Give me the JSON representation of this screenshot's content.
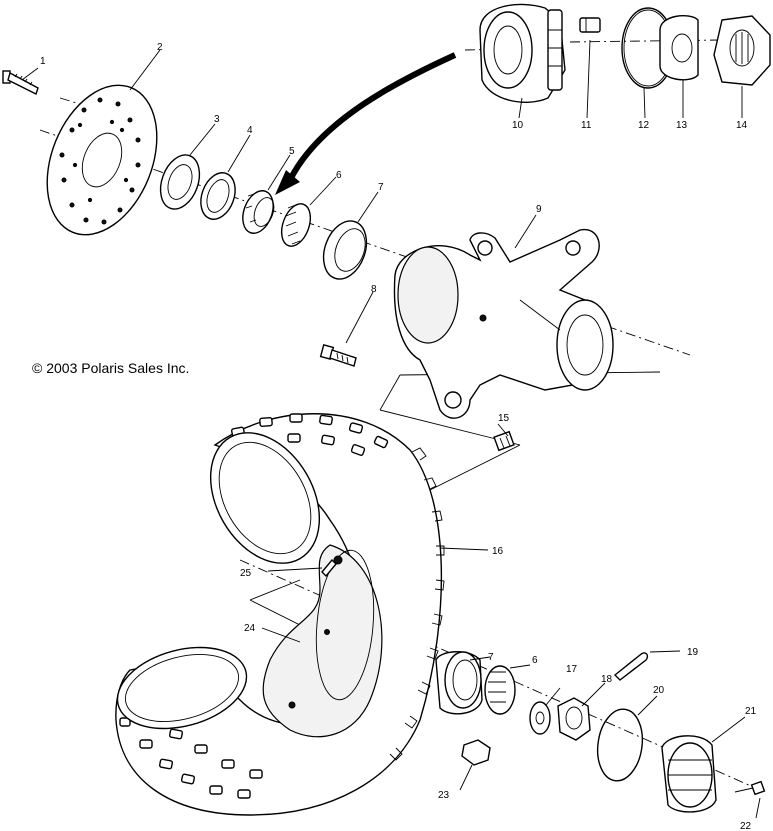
{
  "copyright": "© 2003 Polaris Sales Inc.",
  "labels": {
    "l1": "1",
    "l2": "2",
    "l3": "3",
    "l4": "4",
    "l5": "5",
    "l6": "6",
    "l7": "7",
    "l8": "8",
    "l9": "9",
    "l10": "10",
    "l11": "11",
    "l12": "12",
    "l13": "13",
    "l14": "14",
    "l15": "15",
    "l16": "16",
    "l7b": "7",
    "l6b": "6",
    "l17": "17",
    "l18": "18",
    "l19": "19",
    "l20": "20",
    "l21": "21",
    "l22": "22",
    "l23": "23",
    "l24": "24",
    "l25": "25"
  }
}
